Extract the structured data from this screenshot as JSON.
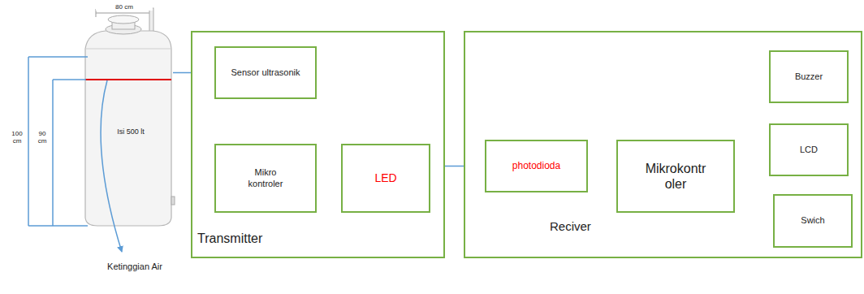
{
  "diagram": {
    "nodes": [
      {
        "text": [
          "Isi 500 lt"
        ]
      },
      {
        "text": [
          "Transmitter"
        ]
      },
      {
        "text": [
          "Sensor ultrasonik"
        ],
        "in": 1
      },
      {
        "text": [
          "Mikro kontroler"
        ],
        "in": 1
      },
      {
        "text": [
          "LED"
        ],
        "in": 1
      },
      {
        "text": [
          "Reciver"
        ]
      },
      {
        "text": [
          "photodioda"
        ],
        "in": 5
      },
      {
        "text": [
          "Mikrokontr oler"
        ],
        "in": 5
      },
      {
        "text": [
          "Buzzer"
        ],
        "in": 5
      },
      {
        "text": [
          "LCD"
        ],
        "in": 5
      },
      {
        "text": [
          "Swich"
        ],
        "in": 5
      }
    ],
    "edges": [
      {
        "from": 0,
        "to": 2,
        "arrow": "to"
      },
      {
        "from": 2,
        "to": 3,
        "arrow": "to"
      },
      {
        "from": 3,
        "to": 4,
        "arrow": "to"
      },
      {
        "from": 4,
        "to": 6,
        "arrow": "to"
      },
      {
        "from": 6,
        "to": 7,
        "arrow": "to"
      },
      {
        "from": 7,
        "to": 8,
        "arrow": "to"
      },
      {
        "from": 7,
        "to": 9,
        "arrow": "to"
      },
      {
        "from": 7,
        "to": 10,
        "arrow": "to"
      }
    ],
    "labels": [
      "80 cm",
      "100 cm",
      "90 cm",
      "Ketinggian Air"
    ]
  }
}
